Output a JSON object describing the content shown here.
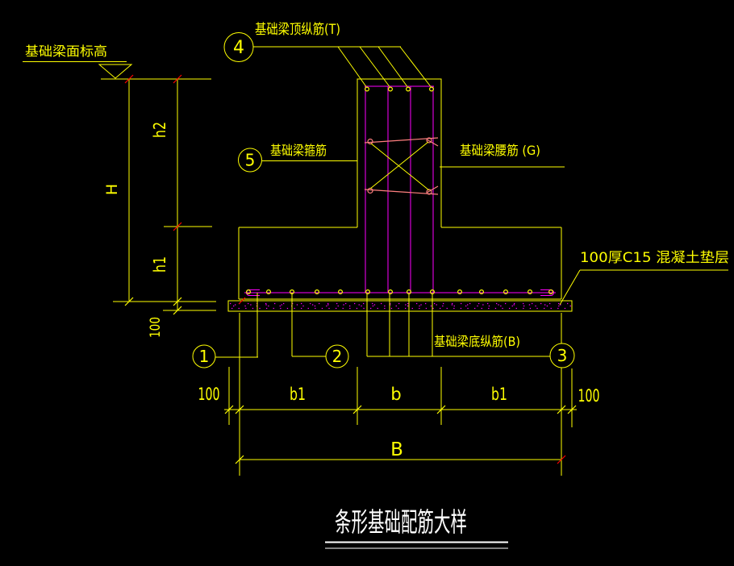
{
  "drawing": {
    "title": "条形基础配筋大样",
    "labels": {
      "elevation_mark": "基础梁面标高",
      "top_longitudinal": "基础梁顶纵筋(T)",
      "stirrup": "基础梁箍筋",
      "waist": "基础梁腰筋 (G)",
      "cushion": "100厚C15 混凝土垫层",
      "bottom_longitudinal": "基础梁底纵筋(B)"
    },
    "bubbles": [
      {
        "num": "1"
      },
      {
        "num": "2"
      },
      {
        "num": "3"
      },
      {
        "num": "4"
      },
      {
        "num": "5"
      }
    ],
    "dims": {
      "H": "H",
      "h2": "h2",
      "h1": "h1",
      "cushion_thickness": "100",
      "bottom": [
        "100",
        "b1",
        "b",
        "b1",
        "100"
      ],
      "total": "B"
    },
    "colors": {
      "outline": "#ffff00",
      "rebar": "#ff00ff",
      "waist_bar": "#ff7f7f",
      "title_text": "#ffffff",
      "tick_red": "#ff0000",
      "background": "#000000"
    }
  }
}
